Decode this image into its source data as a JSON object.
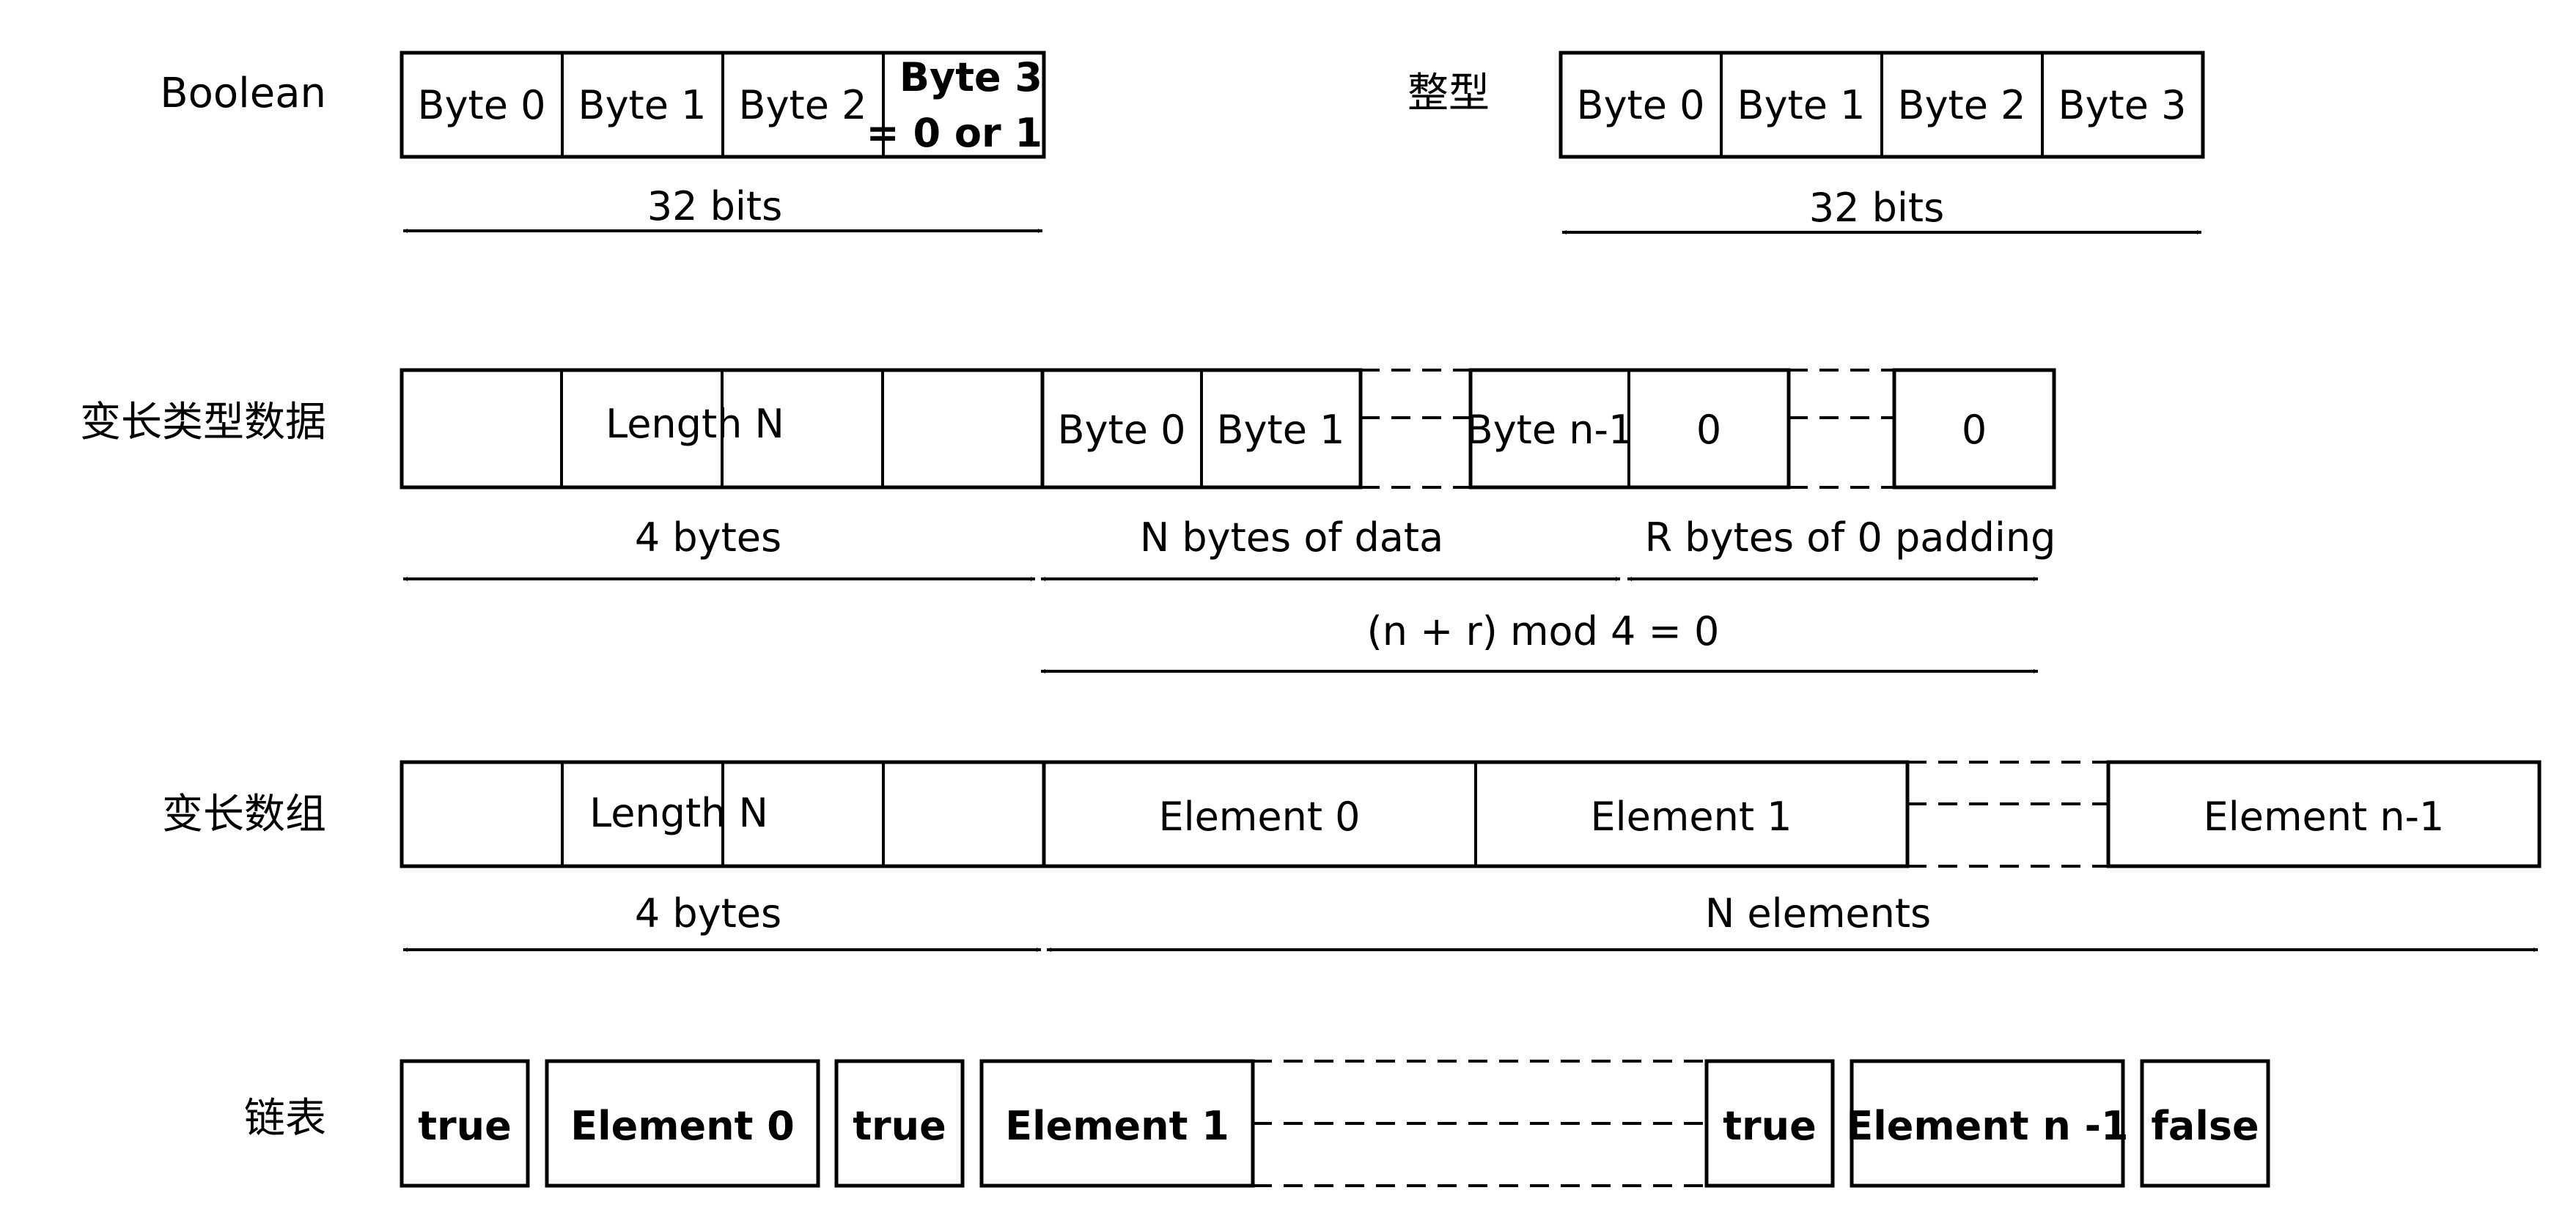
{
  "rows": {
    "boolean": {
      "label": "Boolean",
      "cells": [
        "Byte 0",
        "Byte 1",
        "Byte 2"
      ],
      "last_cell_line1": "Byte 3",
      "last_cell_line2": "= 0 or 1",
      "span": "32 bits"
    },
    "integer": {
      "label": "整型",
      "cells": [
        "Byte 0",
        "Byte 1",
        "Byte 2",
        "Byte 3"
      ],
      "span": "32 bits"
    },
    "var_data": {
      "label": "变长类型数据",
      "length_label": "Length N",
      "data_cells": [
        "Byte 0",
        "Byte 1",
        "Byte n-1"
      ],
      "pad_cells": [
        "0",
        "0"
      ],
      "span_length": "4 bytes",
      "span_data": "N bytes of data",
      "span_padding": "R bytes of 0 padding",
      "span_mod": "(n + r) mod 4 = 0"
    },
    "var_array": {
      "label": "变长数组",
      "length_label": "Length N",
      "elements": [
        "Element 0",
        "Element 1",
        "Element n-1"
      ],
      "span_length": "4 bytes",
      "span_elements": "N elements"
    },
    "linked_list": {
      "label": "链表",
      "cells": [
        "true",
        "Element 0",
        "true",
        "Element 1",
        "true",
        "Element n -1",
        "false"
      ]
    }
  }
}
